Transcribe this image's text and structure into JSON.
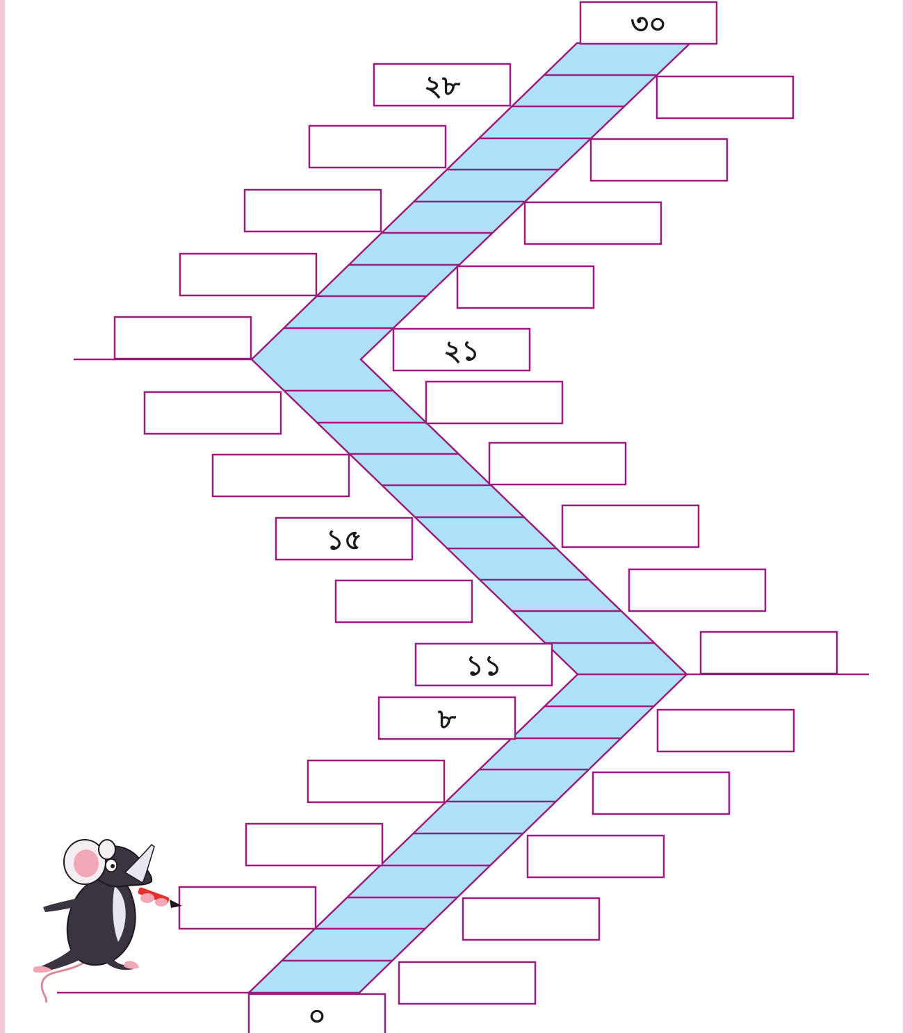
{
  "worksheet": {
    "colors": {
      "outline": "#9b1c7a",
      "ladder_fill": "#aee0f7",
      "page_border": "#f6c6da",
      "box_fill": "#ffffff"
    },
    "number_boxes": [
      {
        "label": "৩০",
        "interactable": false
      },
      {
        "label": "২৮",
        "interactable": false
      },
      {
        "label": "",
        "interactable": true
      },
      {
        "label": "",
        "interactable": true
      },
      {
        "label": "",
        "interactable": true
      },
      {
        "label": "",
        "interactable": true
      },
      {
        "label": "",
        "interactable": true
      },
      {
        "label": "",
        "interactable": true
      },
      {
        "label": "",
        "interactable": true
      },
      {
        "label": "",
        "interactable": true
      },
      {
        "label": "",
        "interactable": true
      },
      {
        "label": "২১",
        "interactable": false
      },
      {
        "label": "",
        "interactable": true
      },
      {
        "label": "",
        "interactable": true
      },
      {
        "label": "",
        "interactable": true
      },
      {
        "label": "",
        "interactable": true
      },
      {
        "label": "১৫",
        "interactable": false
      },
      {
        "label": "",
        "interactable": true
      },
      {
        "label": "",
        "interactable": true
      },
      {
        "label": "",
        "interactable": true
      },
      {
        "label": "১১",
        "interactable": false
      },
      {
        "label": "৮",
        "interactable": false
      },
      {
        "label": "",
        "interactable": true
      },
      {
        "label": "",
        "interactable": true
      },
      {
        "label": "",
        "interactable": true
      },
      {
        "label": "",
        "interactable": true
      },
      {
        "label": "",
        "interactable": true
      },
      {
        "label": "",
        "interactable": true
      },
      {
        "label": "",
        "interactable": true
      },
      {
        "label": "",
        "interactable": true
      },
      {
        "label": "০",
        "interactable": false
      }
    ],
    "illustration": "mouse-holding-pencil"
  }
}
